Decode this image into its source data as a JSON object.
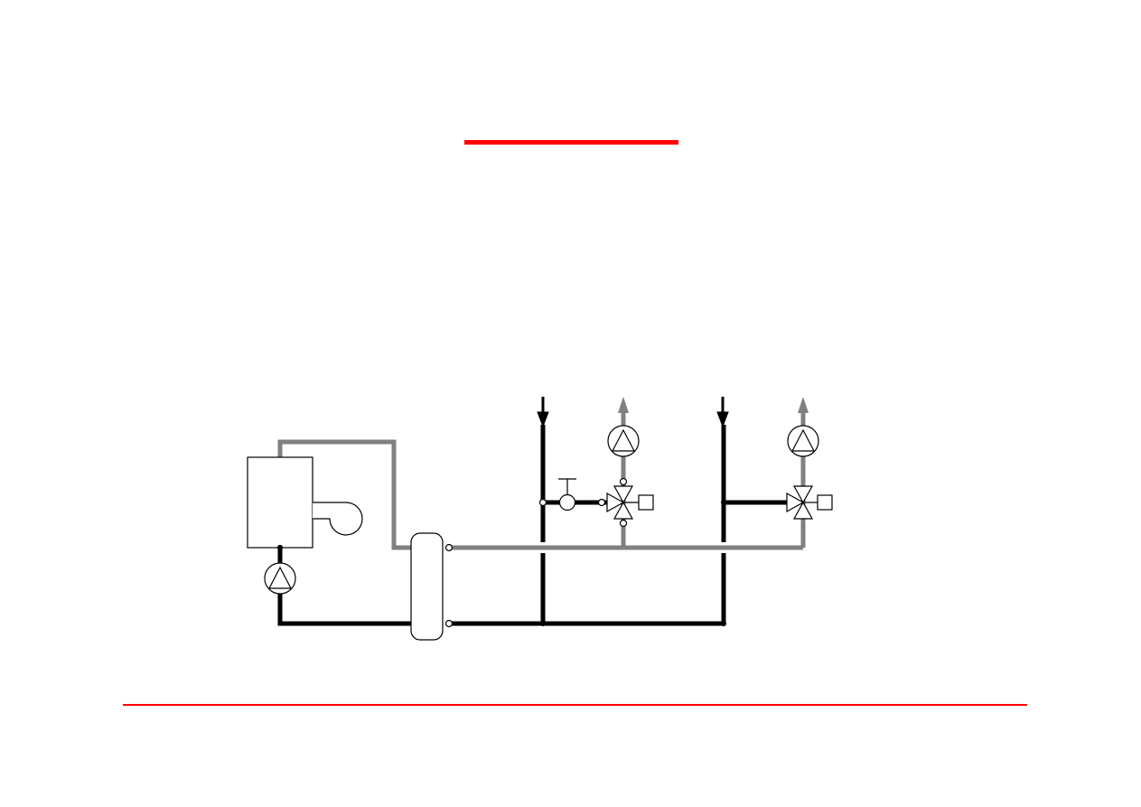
{
  "colors": {
    "accent_red": "#ff0000",
    "supply_pipe": "#808080",
    "return_pipe": "#000000",
    "background": "#ffffff"
  },
  "diagram": {
    "components": [
      {
        "name": "boiler",
        "icon": "boiler-icon"
      },
      {
        "name": "burner-fan",
        "icon": "fan-icon"
      },
      {
        "name": "boiler-pump",
        "icon": "pump-icon"
      },
      {
        "name": "hydraulic-separator",
        "icon": "tank-icon"
      },
      {
        "name": "circuit-1-pump",
        "icon": "pump-icon"
      },
      {
        "name": "circuit-1-mixing-valve",
        "icon": "three-way-valve-icon"
      },
      {
        "name": "circuit-1-balancing-valve",
        "icon": "valve-icon"
      },
      {
        "name": "circuit-2-pump",
        "icon": "pump-icon"
      },
      {
        "name": "circuit-2-mixing-valve",
        "icon": "three-way-valve-icon"
      }
    ]
  }
}
